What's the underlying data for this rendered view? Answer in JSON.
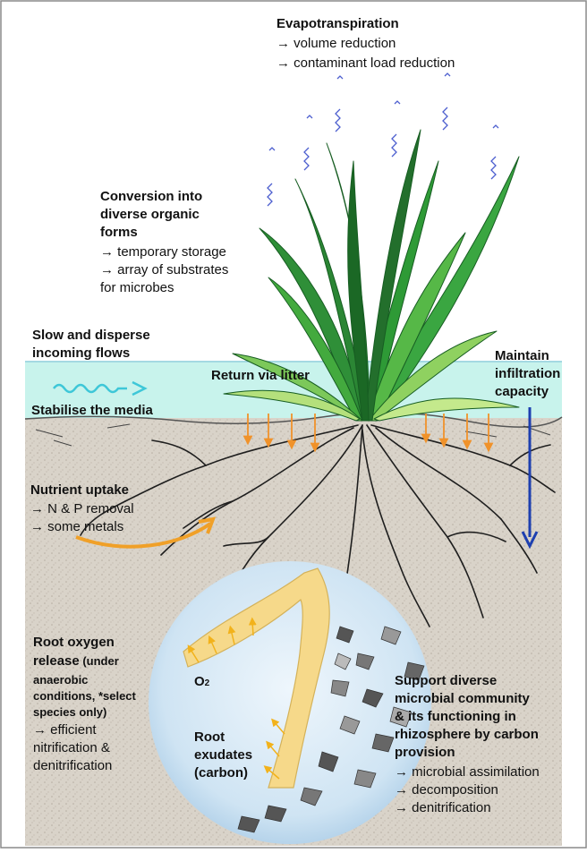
{
  "colors": {
    "water_band": "#c8f3ec",
    "soil": "#d8d2c8",
    "frame": "#8a8a8a",
    "arrow_orange": "#f0922a",
    "arrow_blue": "#1d3fb0",
    "wave_cyan": "#3ec7d8",
    "leaf_dark": "#1f7a2a",
    "leaf_mid": "#3aa641",
    "leaf_light": "#a8d86a",
    "root_color": "#222222",
    "exudate": "#f6d98a",
    "circle_fill": "#cfe6f5"
  },
  "evapo": {
    "title": "Evapotranspiration",
    "line1": "→ volume reduction",
    "line2": "→ contaminant load  reduction"
  },
  "conversion": {
    "title1": "Conversion into",
    "title2": "diverse organic",
    "title3": "forms",
    "line1": "→ temporary storage",
    "line2": "→ array of substrates",
    "line3": "for microbes"
  },
  "slow": {
    "line1": "Slow and disperse",
    "line2": "incoming flows"
  },
  "return_litter": "Return via litter",
  "maintain": {
    "line1": "Maintain",
    "line2": "infiltration",
    "line3": "capacity"
  },
  "stabilise": "Stabilise the media",
  "nutrient": {
    "title": "Nutrient uptake",
    "line1": "→ N & P removal",
    "line2": "→ some metals"
  },
  "root_oxygen": {
    "title1": "Root oxygen",
    "title2a": "release",
    "title2b": " (under",
    "line1": "anaerobic",
    "line2": "conditions, *select",
    "line3": "species only)",
    "line4": "→ efficient",
    "line5": "nitrification &",
    "line6": "denitrification"
  },
  "o2": {
    "main": "O",
    "sub": "2"
  },
  "exudates": {
    "line1": "Root",
    "line2": "exudates",
    "line3": "(carbon)"
  },
  "support": {
    "line1": "Support diverse",
    "line2": "microbial community",
    "line3": "& its functioning in",
    "line4": "rhizosphere by carbon",
    "line5": "provision",
    "line6": "→ microbial assimilation",
    "line7": "→ decomposition",
    "line8": "→ denitrification"
  }
}
